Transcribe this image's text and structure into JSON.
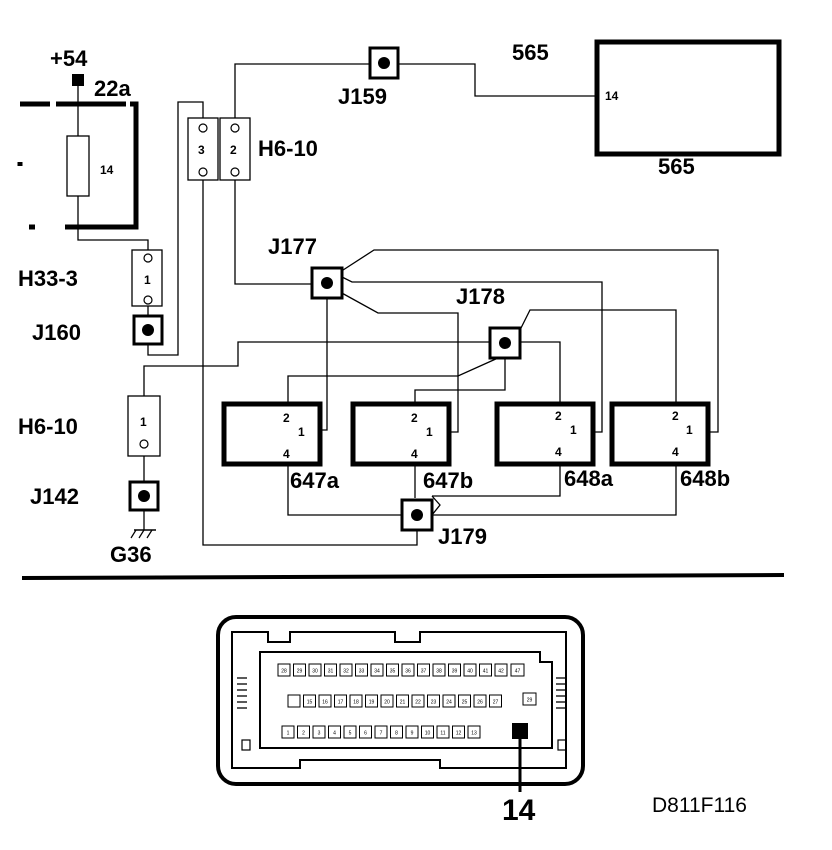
{
  "labels": {
    "plus54": "+54",
    "t22a": "22a",
    "fuse_value": "14",
    "h33_3": "H33-3",
    "h33_pin": "1",
    "j160": "J160",
    "h6_10_bottom": "H6-10",
    "h6b_pin": "1",
    "j142": "J142",
    "g36": "G36",
    "h6_10_top": "H6-10",
    "h6a_pin3": "3",
    "h6a_pin2": "2",
    "j159": "J159",
    "c565_top": "565",
    "c565_bottom": "565",
    "c565_pin": "14",
    "j177": "J177",
    "j178": "J178",
    "j179": "J179",
    "c647a": "647a",
    "c647b": "647b",
    "c648a": "648a",
    "c648b": "648b",
    "pin2": "2",
    "pin1": "1",
    "pin4": "4",
    "connector_pin_callout": "14",
    "figure_code": "D811F116"
  },
  "connector": {
    "row1": [
      "28",
      "29",
      "30",
      "31",
      "32",
      "33",
      "34",
      "35",
      "36",
      "37",
      "38",
      "39",
      "40",
      "41",
      "42"
    ],
    "row1_end": "47",
    "row2": [
      "",
      "15",
      "16",
      "17",
      "18",
      "19",
      "20",
      "21",
      "22",
      "23",
      "24",
      "25",
      "26",
      "27"
    ],
    "row2_end": "29",
    "row3": [
      "1",
      "2",
      "3",
      "4",
      "5",
      "6",
      "7",
      "8",
      "9",
      "10",
      "11",
      "12",
      "13"
    ]
  }
}
